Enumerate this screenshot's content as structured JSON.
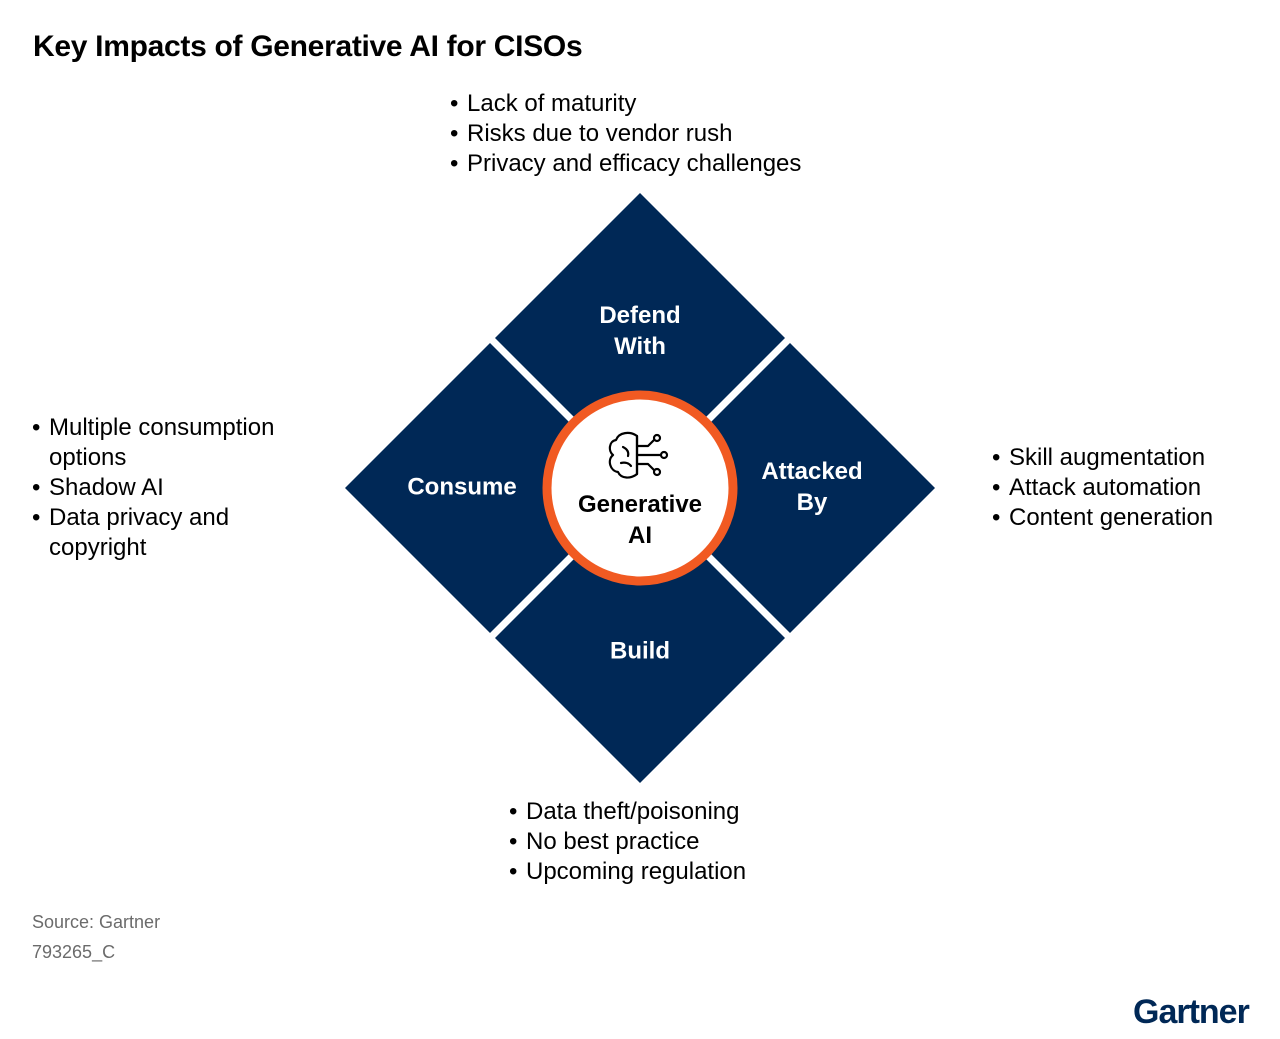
{
  "title": "Key Impacts of Generative AI for CISOs",
  "center": {
    "line1": "Generative",
    "line2": "AI",
    "icon": "brain-circuit-icon"
  },
  "quadrants": {
    "defend": {
      "line1": "Defend",
      "line2": "With"
    },
    "consume": {
      "line1": "Consume"
    },
    "attacked": {
      "line1": "Attacked",
      "line2": "By"
    },
    "build": {
      "line1": "Build"
    }
  },
  "bullets": {
    "top": [
      "Lack of maturity",
      "Risks due to vendor rush",
      "Privacy and efficacy challenges"
    ],
    "left": [
      "Multiple consumption options",
      "Shadow AI",
      "Data privacy and copyright"
    ],
    "right": [
      "Skill augmentation",
      "Attack automation",
      "Content generation"
    ],
    "bottom": [
      "Data theft/poisoning",
      "No best practice",
      "Upcoming regulation"
    ]
  },
  "footer": {
    "source": "Source: Gartner",
    "doc_id": "793265_C"
  },
  "brand": "Gartner",
  "colors": {
    "quadrant": "#002856",
    "ring": "#f15a22",
    "brand": "#002856"
  }
}
